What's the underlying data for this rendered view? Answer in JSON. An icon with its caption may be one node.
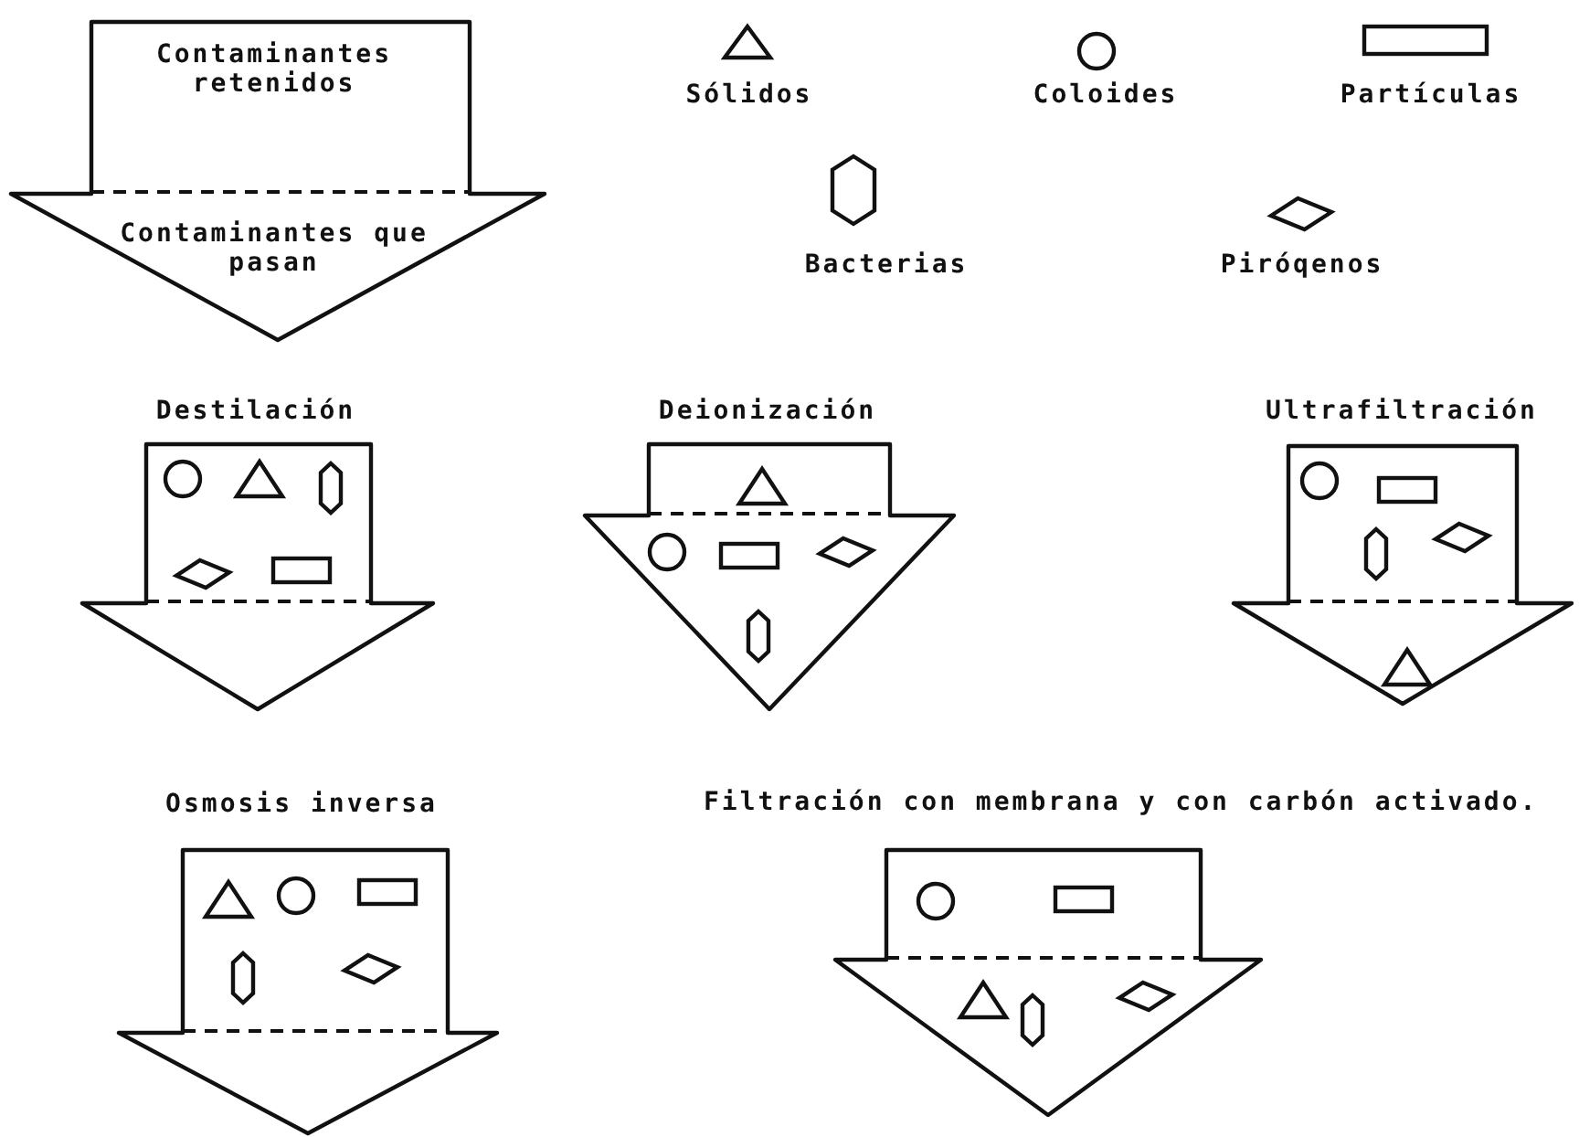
{
  "diagram": {
    "nodes": [
      {
        "text": [
          "Contaminantes retenidos",
          "Contaminantes que pasan"
        ]
      },
      {
        "text": [
          "Destilación"
        ]
      },
      {
        "text": [],
        "shape": "circle",
        "in": 1
      },
      {
        "text": [],
        "shape": "triangle",
        "in": 1
      },
      {
        "text": [],
        "shape": "hexagon",
        "in": 1
      },
      {
        "text": [],
        "shape": "diamond",
        "in": 1
      },
      {
        "text": [],
        "shape": "box",
        "in": 1
      },
      {
        "text": [
          "Deionización"
        ]
      },
      {
        "text": [],
        "shape": "triangle",
        "in": 7
      },
      {
        "text": [],
        "shape": "circle",
        "in": 7
      },
      {
        "text": [],
        "shape": "box",
        "in": 7
      },
      {
        "text": [],
        "shape": "diamond",
        "in": 7
      },
      {
        "text": [],
        "shape": "hexagon",
        "in": 7
      },
      {
        "text": [
          "Ultrafiltración"
        ]
      },
      {
        "text": [],
        "shape": "circle",
        "in": 13
      },
      {
        "text": [],
        "shape": "box",
        "in": 13
      },
      {
        "text": [],
        "shape": "hexagon",
        "in": 13
      },
      {
        "text": [],
        "shape": "diamond",
        "in": 13
      },
      {
        "text": [],
        "shape": "triangle",
        "in": 13
      },
      {
        "text": [
          "Osmosis inversa"
        ]
      },
      {
        "text": [],
        "shape": "triangle",
        "in": 19
      },
      {
        "text": [],
        "shape": "circle",
        "in": 19
      },
      {
        "text": [],
        "shape": "box",
        "in": 19
      },
      {
        "text": [],
        "shape": "hexagon",
        "in": 19
      },
      {
        "text": [],
        "shape": "diamond",
        "in": 19
      },
      {
        "text": [
          "Filtración con membrana y con carbón activado."
        ]
      },
      {
        "text": [],
        "shape": "circle",
        "in": 25
      },
      {
        "text": [],
        "shape": "box",
        "in": 25
      },
      {
        "text": [],
        "shape": "triangle",
        "in": 25
      },
      {
        "text": [],
        "shape": "hexagon",
        "in": 25
      },
      {
        "text": [],
        "shape": "diamond",
        "in": 25
      }
    ],
    "legend": [
      {
        "text": "Sólidos"
      },
      {
        "text": "Coloides"
      },
      {
        "text": "Partículas"
      },
      {
        "text": "Bacterias"
      },
      {
        "text": "Piróqenos"
      }
    ]
  }
}
